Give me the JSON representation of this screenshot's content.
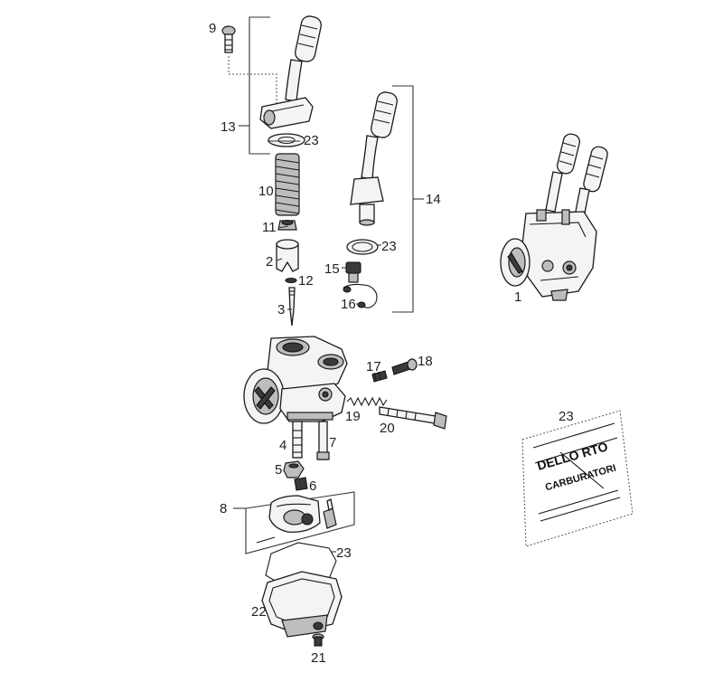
{
  "labels": {
    "p1": "1",
    "p2": "2",
    "p3": "3",
    "p4": "4",
    "p5": "5",
    "p6": "6",
    "p7": "7",
    "p8": "8",
    "p9": "9",
    "p10": "10",
    "p11": "11",
    "p12": "12",
    "p13": "13",
    "p14": "14",
    "p15": "15",
    "p16": "16",
    "p17": "17",
    "p18": "18",
    "p19": "19",
    "p20": "20",
    "p21": "21",
    "p22": "22",
    "p23a": "23",
    "p23b": "23",
    "p23c": "23",
    "p23d": "23"
  },
  "packet": {
    "brand": "DELLO RTO",
    "subtitle": "CARBURATORI"
  }
}
